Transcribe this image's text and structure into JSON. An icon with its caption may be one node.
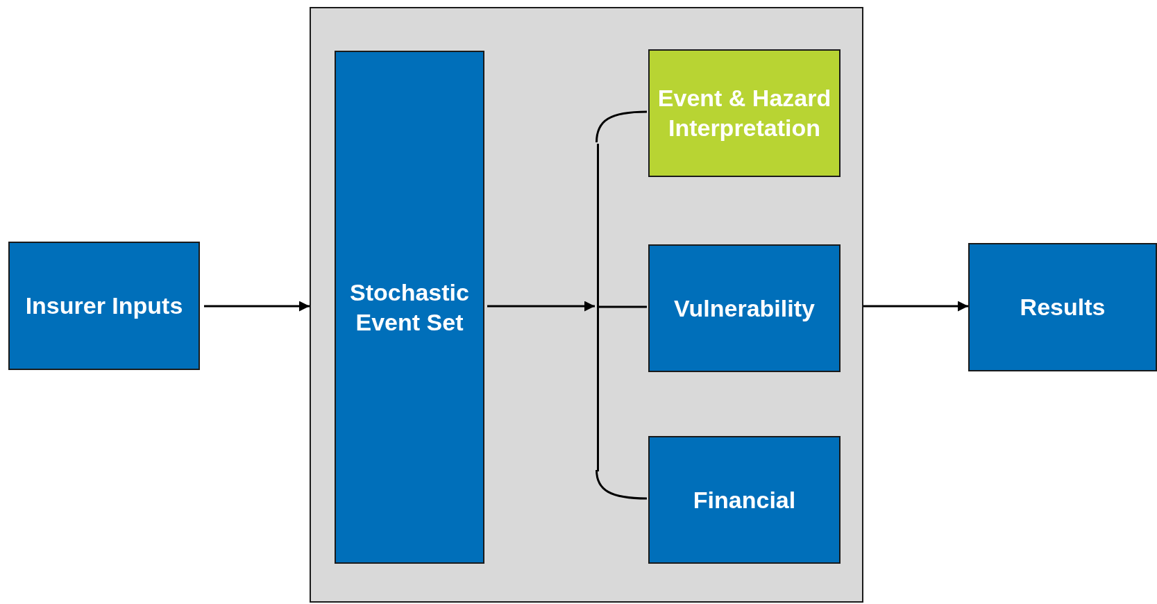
{
  "diagram": {
    "nodes": [
      {
        "text": [
          "Insurer Inputs"
        ]
      },
      {
        "text": [],
        "shape": "box"
      },
      {
        "text": [
          "Stochastic Event Set"
        ],
        "in": 1
      },
      {
        "text": [],
        "shape": "bracket",
        "in": 1
      },
      {
        "text": [
          "Event & Hazard Interpretation"
        ],
        "in": 1
      },
      {
        "text": [
          "Vulnerability"
        ],
        "in": 1
      },
      {
        "text": [
          "Financial"
        ],
        "in": 1
      },
      {
        "text": [
          "Results"
        ]
      }
    ],
    "edges": [
      {
        "from": 0,
        "to": 1,
        "arrow": "to"
      },
      {
        "from": 2,
        "to": 3,
        "arrow": "to"
      },
      {
        "from": 3,
        "to": 4,
        "arrow": "none"
      },
      {
        "from": 3,
        "to": 5,
        "arrow": "none"
      },
      {
        "from": 3,
        "to": 6,
        "arrow": "none"
      },
      {
        "from": 1,
        "to": 7,
        "arrow": "to"
      }
    ]
  }
}
